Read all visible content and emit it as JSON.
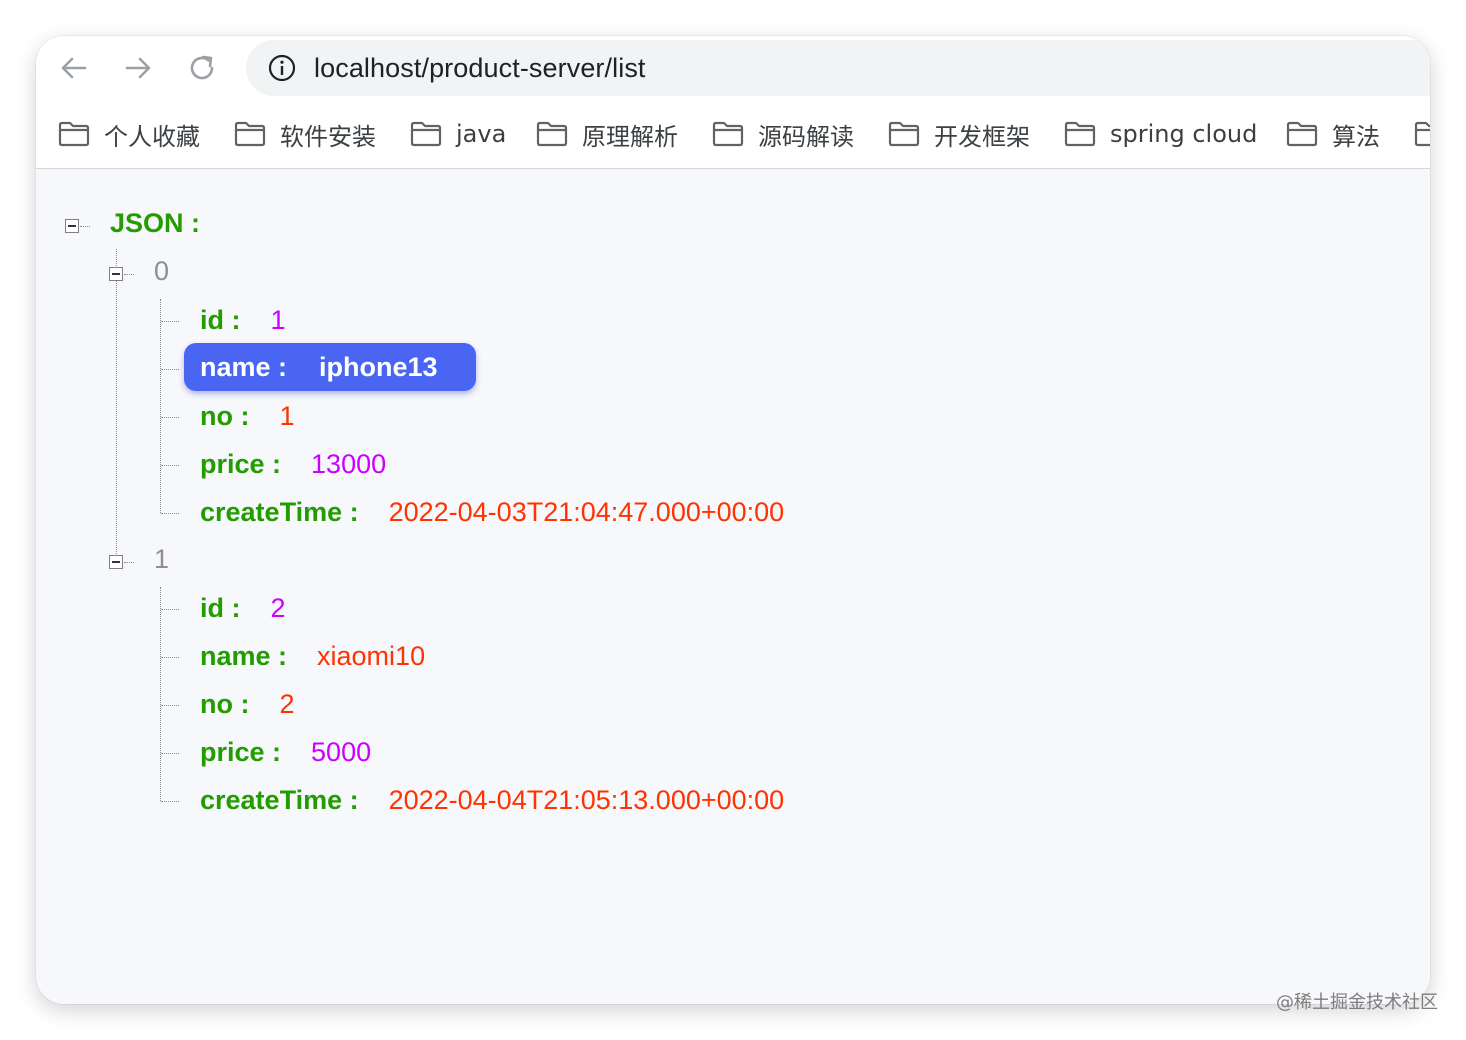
{
  "address_bar": {
    "url": "localhost/product-server/list"
  },
  "bookmarks": [
    "个人收藏",
    "软件安装",
    "java",
    "原理解析",
    "源码解读",
    "开发框架",
    "spring cloud",
    "算法"
  ],
  "json_viewer": {
    "root_label": "JSON :",
    "items": [
      {
        "index": "0",
        "fields": [
          {
            "key": "id :",
            "value": "1",
            "type": "number"
          },
          {
            "key": "name :",
            "value": "iphone13",
            "type": "string",
            "selected": true
          },
          {
            "key": "no :",
            "value": "1",
            "type": "string"
          },
          {
            "key": "price :",
            "value": "13000",
            "type": "number"
          },
          {
            "key": "createTime :",
            "value": "2022-04-03T21:04:47.000+00:00",
            "type": "string"
          }
        ]
      },
      {
        "index": "1",
        "fields": [
          {
            "key": "id :",
            "value": "2",
            "type": "number"
          },
          {
            "key": "name :",
            "value": "xiaomi10",
            "type": "string"
          },
          {
            "key": "no :",
            "value": "2",
            "type": "string"
          },
          {
            "key": "price :",
            "value": "5000",
            "type": "number"
          },
          {
            "key": "createTime :",
            "value": "2022-04-04T21:05:13.000+00:00",
            "type": "string"
          }
        ]
      }
    ]
  },
  "colors": {
    "key": "#239c00",
    "number": "#cc00ff",
    "string": "#ff3300",
    "selection": "#4965f2"
  },
  "watermark": "@稀土掘金技术社区"
}
